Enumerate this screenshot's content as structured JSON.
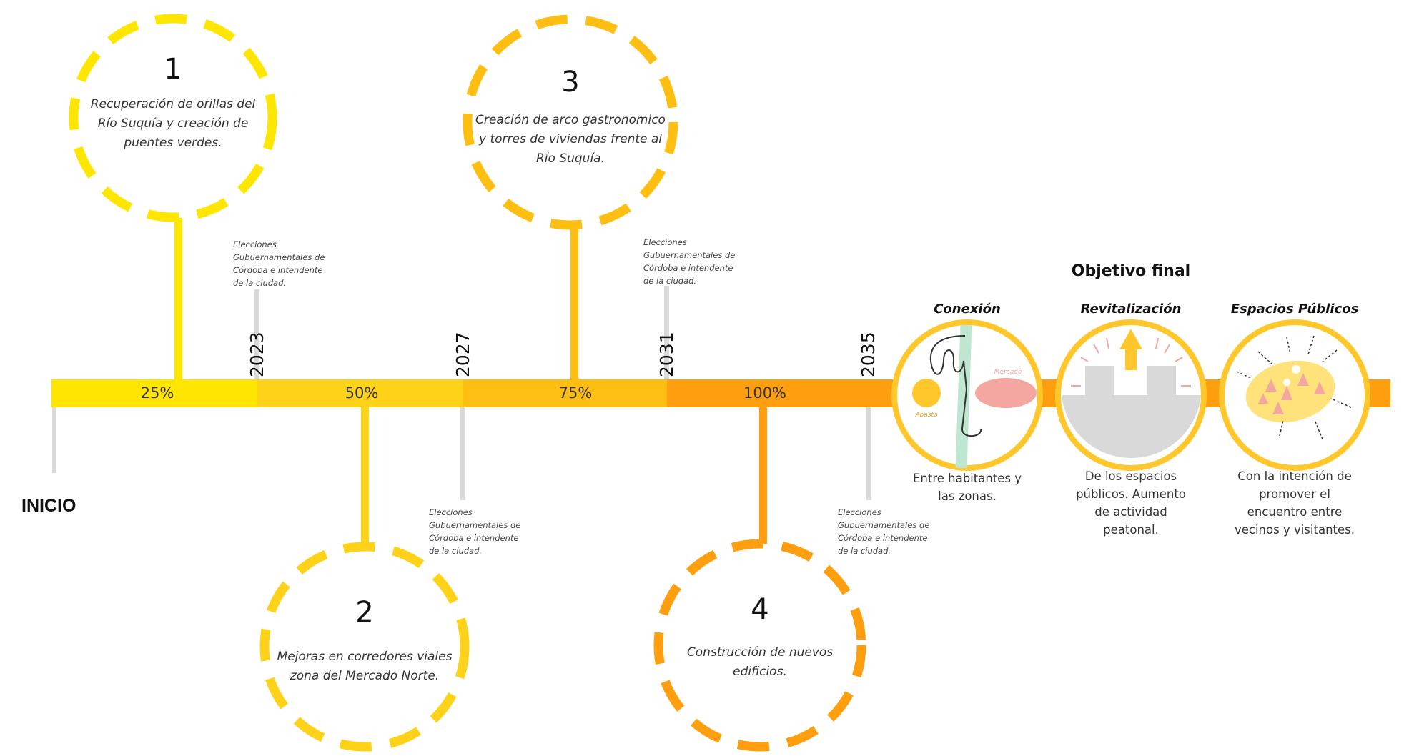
{
  "start_label": "INICIO",
  "segments": [
    {
      "percent": "25%",
      "color": "#FFE600"
    },
    {
      "percent": "50%",
      "color": "#FFD21A"
    },
    {
      "percent": "75%",
      "color": "#FFBE12"
    },
    {
      "percent": "100%",
      "color": "#FF9F10"
    }
  ],
  "years": [
    "2023",
    "2027",
    "2031",
    "2035"
  ],
  "election_note": [
    "Elecciones",
    "Gubuernamentales de",
    "Córdoba e intendente",
    "de la ciudad."
  ],
  "milestones": [
    {
      "number": "1",
      "lines": [
        "Recuperación de orillas del",
        "Río Suquía y creación de",
        "puentes verdes."
      ],
      "color": "#FFE600"
    },
    {
      "number": "2",
      "lines": [
        "Mejoras en corredores viales",
        "zona del Mercado Norte."
      ],
      "color": "#FFD21A"
    },
    {
      "number": "3",
      "lines": [
        "Creación de arco gastronomico",
        "y torres de viviendas frente al",
        "Río Suquía."
      ],
      "color": "#FFBE12"
    },
    {
      "number": "4",
      "lines": [
        "Construcción de nuevos",
        "edificios."
      ],
      "color": "#FF9F10"
    }
  ],
  "final_goal": {
    "title": "Objetivo final",
    "items": [
      {
        "heading": "Conexión",
        "lines": [
          "Entre habitantes y",
          "las zonas."
        ],
        "icon": "connection-icon",
        "labels": {
          "left": "Abasto",
          "right": "Mercado"
        }
      },
      {
        "heading": "Revitalización",
        "lines": [
          "De los espacios",
          "públicos. Aumento",
          "de actividad",
          "peatonal."
        ],
        "icon": "revitalization-icon"
      },
      {
        "heading": "Espacios Públicos",
        "lines": [
          "Con la intención de",
          "promover el",
          "encuentro entre",
          "vecinos y visitantes."
        ],
        "icon": "public-space-icon"
      }
    ]
  },
  "colors": {
    "bar_end": "#FF9A0F",
    "tick_grey": "#D9D9D9",
    "ring": "#FFD21A",
    "pink": "#F4A6A0",
    "green": "#BFE6D0"
  }
}
